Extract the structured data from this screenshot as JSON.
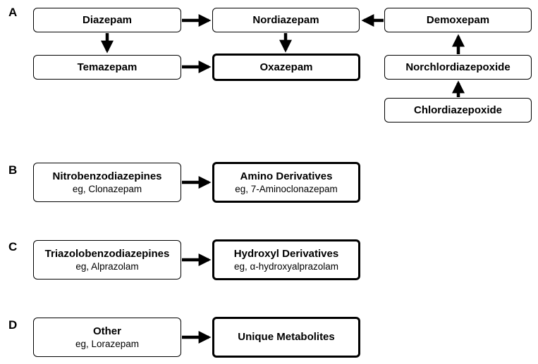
{
  "panels": {
    "a": {
      "label": "A",
      "diazepam": "Diazepam",
      "nordiazepam": "Nordiazepam",
      "demoxepam": "Demoxepam",
      "temazepam": "Temazepam",
      "oxazepam": "Oxazepam",
      "norchlordiazepoxide": "Norchlordiazepoxide",
      "chlordiazepoxide": "Chlordiazepoxide"
    },
    "b": {
      "label": "B",
      "source_title": "Nitrobenzodiazepines",
      "source_example": "eg, Clonazepam",
      "target_title": "Amino Derivatives",
      "target_example": "eg, 7-Aminoclonazepam"
    },
    "c": {
      "label": "C",
      "source_title": "Triazolobenzodiazepines",
      "source_example": "eg, Alprazolam",
      "target_title": "Hydroxyl Derivatives",
      "target_example": "eg, α-hydroxyalprazolam"
    },
    "d": {
      "label": "D",
      "source_title": "Other",
      "source_example": "eg, Lorazepam",
      "target_title": "Unique Metabolites"
    }
  }
}
